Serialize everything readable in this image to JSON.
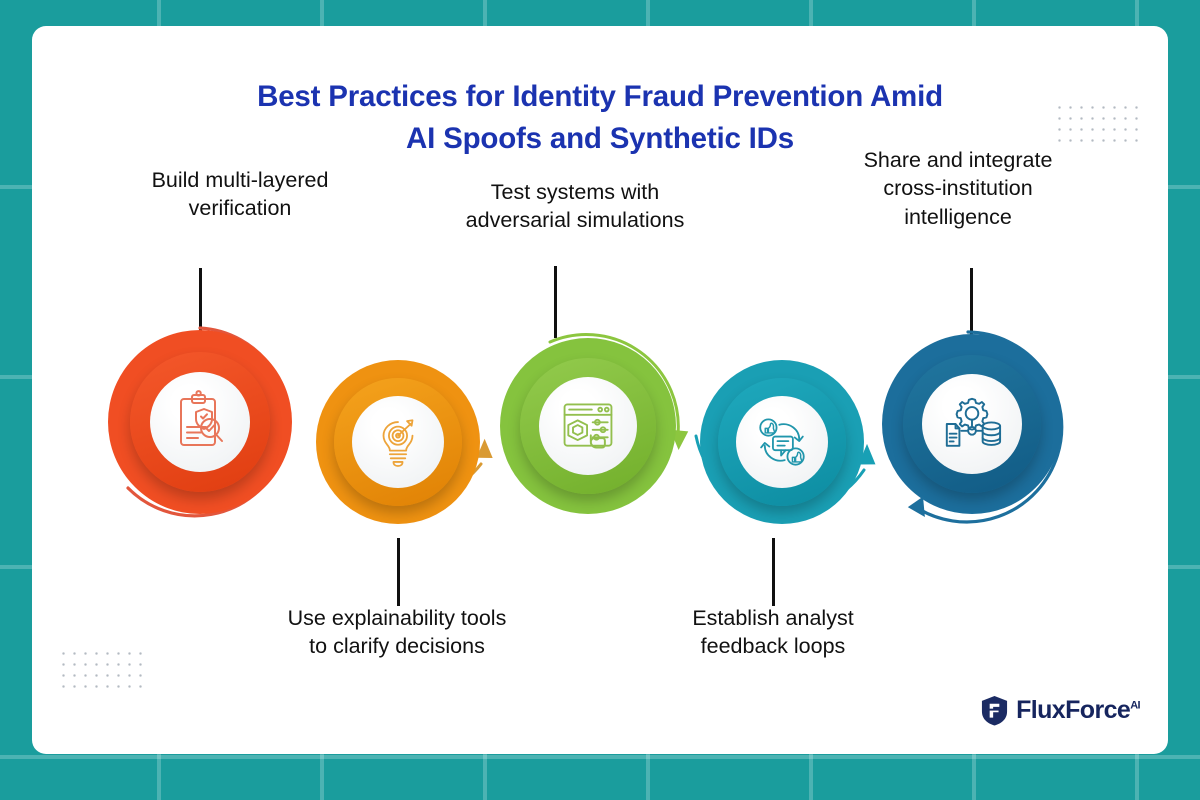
{
  "theme": {
    "background_teal": "#1a9d9d",
    "card_white": "#ffffff",
    "title_blue": "#1b33b0",
    "label_black": "#111111",
    "logo_navy": "#16255e"
  },
  "title": {
    "line1": "Best Practices for Identity Fraud Prevention Amid",
    "line2": "AI Spoofs and Synthetic IDs"
  },
  "steps": [
    {
      "id": "step-1",
      "label_line1": "Build multi-layered",
      "label_line2": "verification",
      "label_line3": "",
      "label_position": "above",
      "color": "#f04e23",
      "arc_color": "#e2563c",
      "icon": "clipboard-shield-search-icon"
    },
    {
      "id": "step-2",
      "label_line1": "Use explainability tools",
      "label_line2": "to clarify decisions",
      "label_line3": "",
      "label_position": "below",
      "color": "#ef9211",
      "arc_color": "#d99a33",
      "icon": "lightbulb-target-arrow-icon"
    },
    {
      "id": "step-3",
      "label_line1": "Test systems with",
      "label_line2": "adversarial simulations",
      "label_line3": "",
      "label_position": "above",
      "color": "#85c33e",
      "arc_color": "#8cc63f",
      "icon": "browser-cube-sliders-icon"
    },
    {
      "id": "step-4",
      "label_line1": "Establish analyst",
      "label_line2": "feedback loops",
      "label_line3": "",
      "label_position": "below",
      "color": "#1a9fb4",
      "arc_color": "#18a0b5",
      "icon": "feedback-loop-thumbs-icon"
    },
    {
      "id": "step-5",
      "label_line1": "Share and integrate",
      "label_line2": "cross-institution",
      "label_line3": "intelligence",
      "label_position": "above",
      "color": "#1c6e9c",
      "arc_color": "#1d6f9d",
      "icon": "gear-document-database-icon"
    }
  ],
  "logo": {
    "name": "FluxForce",
    "suffix": "AI",
    "mark": "shield-icon"
  }
}
